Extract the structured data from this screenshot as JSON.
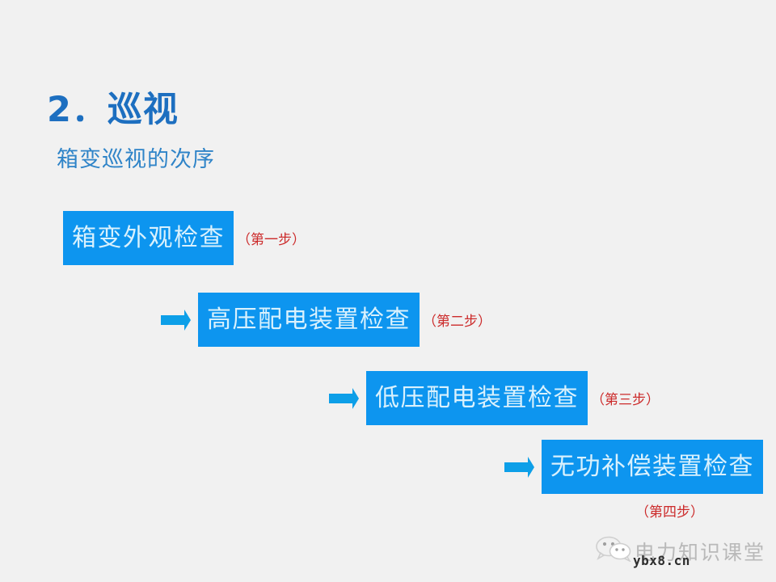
{
  "slide": {
    "background_color": "#f1f1f1",
    "title": "2．巡视",
    "subtitle": "箱变巡视的次序",
    "title_color": "#1d6fc0",
    "subtitle_color": "#2f84c8",
    "box_color": "#0d95ef",
    "box_text_color": "#d9f1fd",
    "note_color": "#cc2b2b",
    "arrow_color": "#0d9fe8"
  },
  "steps": [
    {
      "label": "箱变外观检查",
      "note": "（第一步）",
      "has_arrow": false,
      "note_below": false
    },
    {
      "label": "高压配电装置检查",
      "note": "（第二步）",
      "has_arrow": true,
      "note_below": false
    },
    {
      "label": "低压配电装置检查",
      "note": "（第三步）",
      "has_arrow": true,
      "note_below": false
    },
    {
      "label": "无功补偿装置检查",
      "note": "（第四步）",
      "has_arrow": true,
      "note_below": true
    }
  ],
  "watermark": {
    "icon": "wechat-icon",
    "text": "电力知识课堂",
    "url": "ybx8.cn"
  }
}
